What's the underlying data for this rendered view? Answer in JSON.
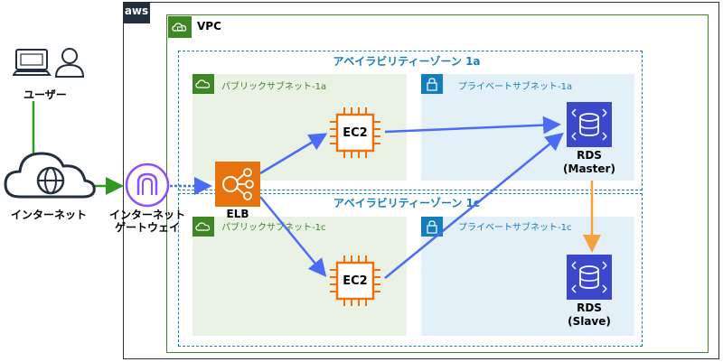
{
  "cloud": {
    "label": "aws"
  },
  "vpc": {
    "label": "VPC"
  },
  "az1": {
    "label": "アベイラビリティーゾーン 1a"
  },
  "az2": {
    "label": "アベイラビリティーゾーン 1c"
  },
  "subnets": {
    "public_1a": "パブリックサブネット-1a",
    "private_1a": "プライベートサブネット-1a",
    "public_1c": "パブリックサブネット-1c",
    "private_1c": "プライベートサブネット-1c"
  },
  "nodes": {
    "user": "ユーザー",
    "internet": "インターネット",
    "igw_line1": "インターネット",
    "igw_line2": "ゲートウェイ",
    "elb": "ELB",
    "ec2_a": "EC2",
    "ec2_c": "EC2",
    "rds_master_line1": "RDS",
    "rds_master_line2": "(Master)",
    "rds_slave_line1": "RDS",
    "rds_slave_line2": "(Slave)"
  },
  "colors": {
    "vpc_green": "#3f8624",
    "az_blue": "#147eba",
    "public_fill": "#eaf2e6",
    "private_fill": "#e4f0f8",
    "public_label": "#3f8624",
    "private_label": "#147eba",
    "ec2_orange": "#e8730e",
    "rds_blue": "#3b48cc",
    "elb_orange": "#e8730e",
    "igw_purple": "#8c4fff",
    "arrow_blue": "#4a6cf7",
    "arrow_green": "#2e9a24",
    "arrow_orange": "#f2a33a"
  }
}
